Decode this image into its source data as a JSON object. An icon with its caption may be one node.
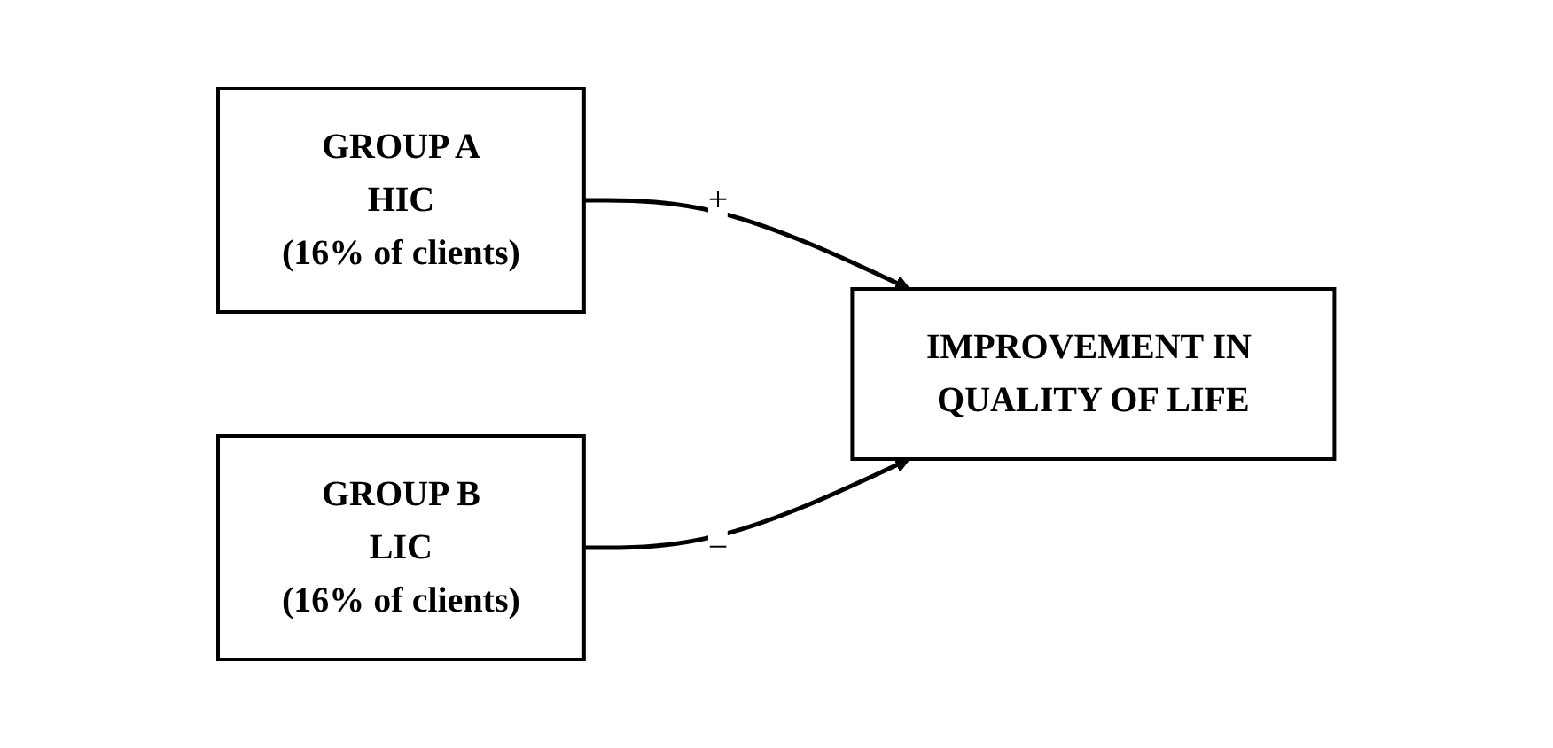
{
  "diagram": {
    "nodes": [
      {
        "text": [
          "GROUP A",
          "HIC",
          "(16% of clients)"
        ]
      },
      {
        "text": [
          "GROUP B",
          "LIC",
          "(16% of clients)"
        ]
      },
      {
        "text": [
          "IMPROVEMENT IN QUALITY OF LIFE"
        ]
      }
    ],
    "edges": [
      {
        "from": 0,
        "to": 2,
        "arrow": "to",
        "label": "+"
      },
      {
        "from": 1,
        "to": 2,
        "arrow": "to",
        "label": "−"
      }
    ]
  }
}
